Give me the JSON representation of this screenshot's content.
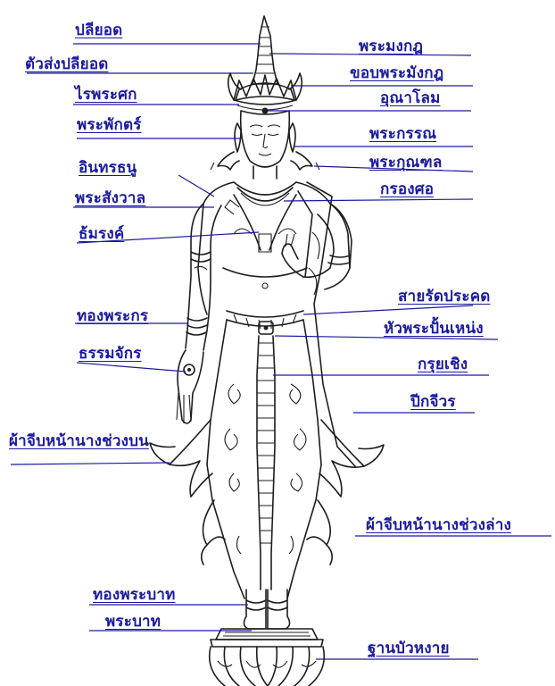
{
  "colors": {
    "label": "#1a1aa0",
    "ink": "#1d1d1d",
    "background": "#ffffff"
  },
  "labels": {
    "crown_tip": "ปลียอด",
    "crown_tip_body": "ตัวส่งปลียอด",
    "hairline": "ไรพระศก",
    "face": "พระพักตร์",
    "brow": "อินทรธนู",
    "shoulder_chain": "พระสังวาล",
    "armlet": "ธ้มรงค์",
    "bracelet": "ทองพระกร",
    "palm_wheel": "ธรรมจักร",
    "upper_pleat": "ผ้าจีบหน้านางช่วงบน",
    "ankle_band": "ทองพระบาท",
    "foot": "พระบาท",
    "crown": "พระมงกฎ",
    "crown_rim": "ขอบพระมังกฎ",
    "urna": "อุณาโลม",
    "ear": "พระกรรณ",
    "earring": "พระกุณฑล",
    "collar": "กรองศอ",
    "belt": "สายรัดประคด",
    "belt_buckle": "หัวพระปั้นเหน่ง",
    "sash_hanging": "กรุยเชิง",
    "robe_wing": "ปีกจีวร",
    "lower_pleat": "ผ้าจีบหน้านางช่วงล่าง",
    "lotus_base": "ฐานบัวหงาย"
  }
}
